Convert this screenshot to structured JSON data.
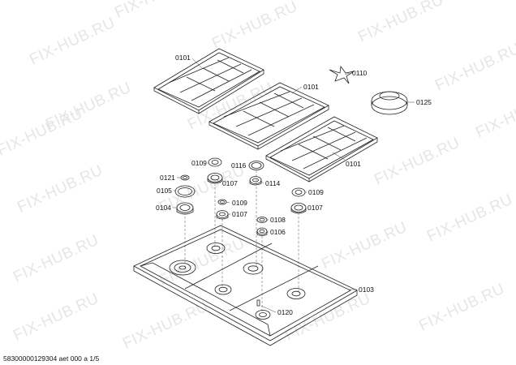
{
  "watermark": "FIX-HUB.RU",
  "footer": "58300000129304 aet 000 a 1/5",
  "labels": {
    "grate_left": "0101",
    "grate_middle": "0101",
    "grate_right": "0101",
    "spider": "0110",
    "wok_ring": "0125",
    "cap_0109_a": "0109",
    "cap_0116": "0116",
    "cap_0121": "0121",
    "cap_0105": "0105",
    "burner_0107_a": "0107",
    "burner_0114": "0114",
    "cap_0109_b": "0109",
    "burner_0104": "0104",
    "cap_0109_c": "0109",
    "burner_0107_b": "0107",
    "cap_0108": "0108",
    "burner_0107_c": "0107",
    "burner_0106": "0106",
    "hob_tray": "0103",
    "ignition_0120": "0120"
  }
}
